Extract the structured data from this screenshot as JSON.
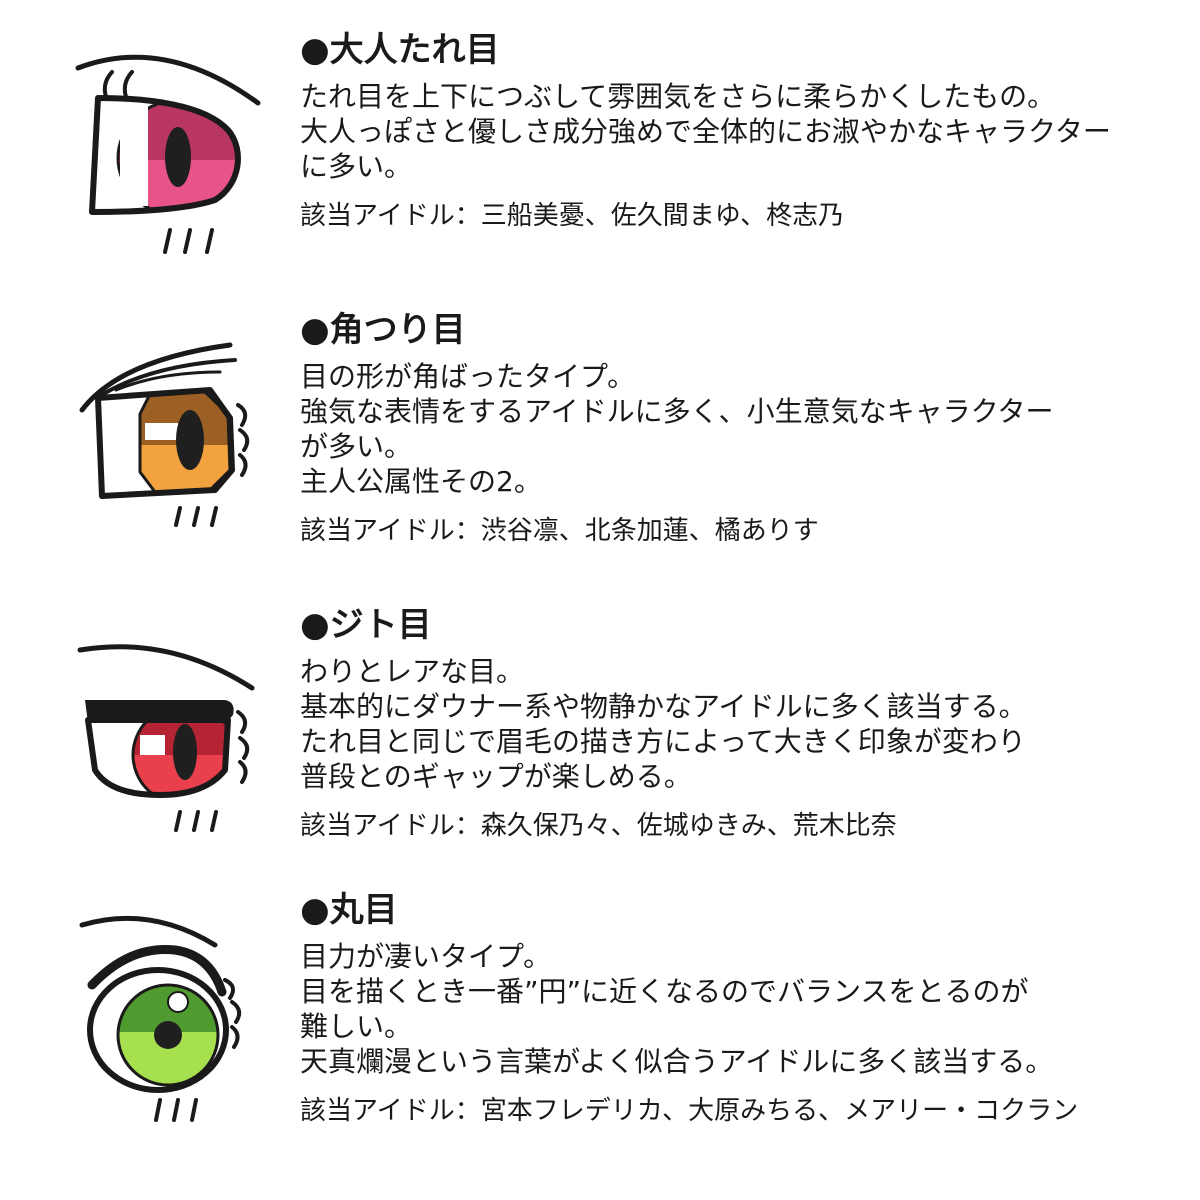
{
  "sections": [
    {
      "title": "●大人たれ目",
      "lines": [
        "たれ目を上下につぶして雰囲気をさらに柔らかくしたもの。",
        "大人っぽさと優しさ成分強めで全体的にお淑やかなキャラクター",
        "に多い。"
      ],
      "idols": "該当アイドル：三船美憂、佐久間まゆ、柊志乃",
      "icon": "droopy-eye-icon",
      "iris": {
        "top": "#b8365f",
        "bottom": "#e8538a"
      }
    },
    {
      "title": "●角つり目",
      "lines": [
        "目の形が角ばったタイプ。",
        "強気な表情をするアイドルに多く、小生意気なキャラクター",
        "が多い。",
        "主人公属性その2。"
      ],
      "idols": "該当アイドル：渋谷凛、北条加蓮、橘ありす",
      "icon": "angular-upturned-eye-icon",
      "iris": {
        "top": "#9c6024",
        "bottom": "#f2a23e"
      }
    },
    {
      "title": "●ジト目",
      "lines": [
        "わりとレアな目。",
        "基本的にダウナー系や物静かなアイドルに多く該当する。",
        "たれ目と同じで眉毛の描き方によって大きく印象が変わり",
        "普段とのギャップが楽しめる。"
      ],
      "idols": "該当アイドル：森久保乃々、佐城ゆきみ、荒木比奈",
      "icon": "half-lidded-eye-icon",
      "iris": {
        "top": "#b52434",
        "bottom": "#ea3f4d"
      }
    },
    {
      "title": "●丸目",
      "lines": [
        "目力が凄いタイプ。",
        "目を描くとき一番”円”に近くなるのでバランスをとるのが",
        "難しい。",
        "天真爛漫という言葉がよく似合うアイドルに多く該当する。"
      ],
      "idols": "該当アイドル：宮本フレデリカ、大原みちる、メアリー・コクラン",
      "icon": "round-eye-icon",
      "iris": {
        "top": "#4f9b2f",
        "bottom": "#a6e04f"
      }
    }
  ]
}
